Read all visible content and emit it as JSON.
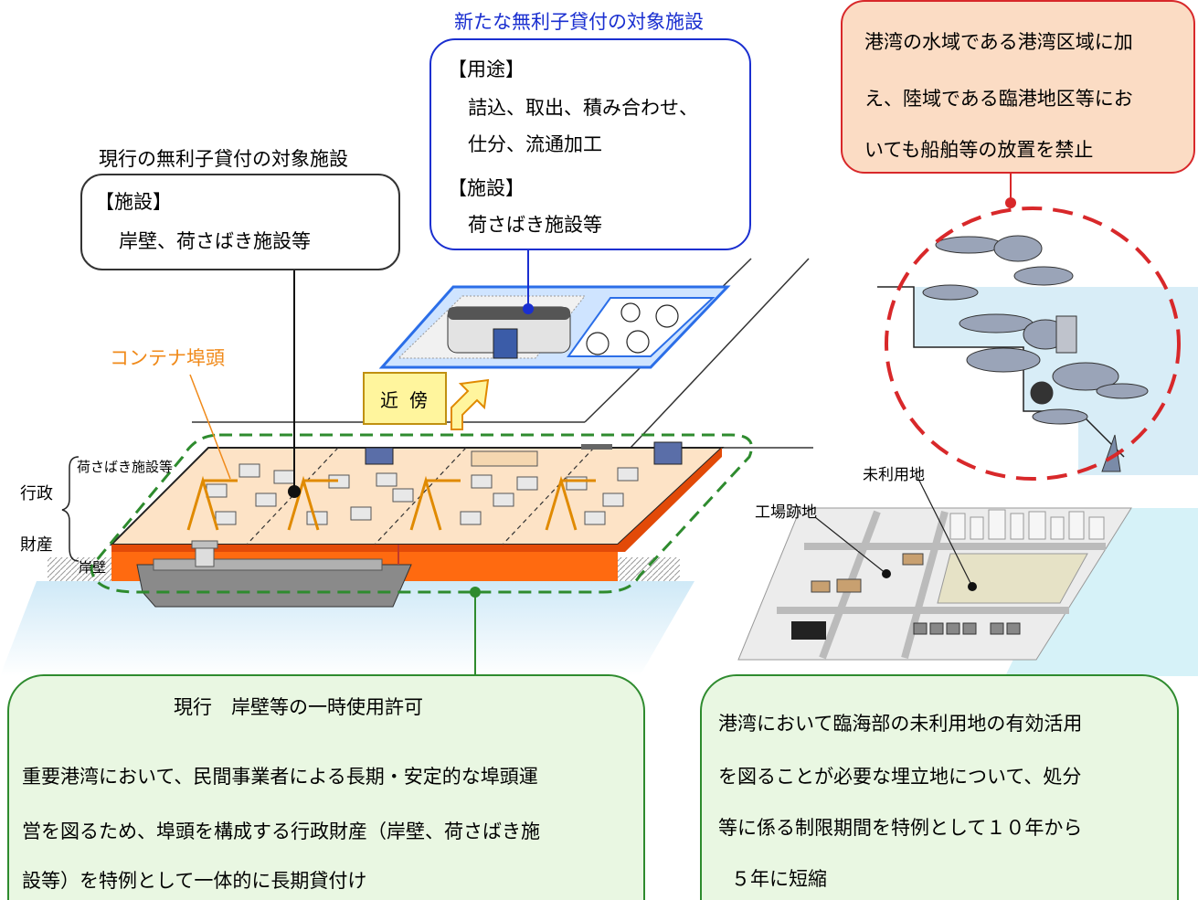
{
  "new_facility": {
    "title": "新たな無利子貸付の対象施設",
    "usage_header": "【用途】",
    "usage_line1": "詰込、取出、積み合わせ、",
    "usage_line2": "仕分、流通加工",
    "facility_header": "【施設】",
    "facility_line1": "荷さばき施設等"
  },
  "current_facility": {
    "title": "現行の無利子貸付の対象施設",
    "facility_header": "【施設】",
    "facility_line1": "岸壁、荷さばき施設等"
  },
  "ban_note": {
    "line1": "港湾の水域である港湾区域に加",
    "line2": "え、陸域である臨港地区等にお",
    "line3": "いても船舶等の放置を禁止"
  },
  "labels": {
    "container_terminal": "コンテナ埠頭",
    "vicinity": "近傍",
    "cargo_facility": "荷さばき施設等",
    "administrative": "行政",
    "property": "財産",
    "pier": "岸壁",
    "unused_land": "未利用地",
    "factory_site": "工場跡地"
  },
  "lease_note": {
    "header": "現行　岸壁等の一時使用許可",
    "line1": "重要港湾において、民間事業者による長期・安定的な埠頭運",
    "line2": "営を図るため、埠頭を構成する行政財産（岸壁、荷さばき施",
    "line3": "設等）を特例として一体的に長期貸付け"
  },
  "reclaim_note": {
    "line1": "港湾において臨海部の未利用地の有効活用",
    "line2": "を図ることが必要な埋立地について、処分",
    "line3": "等に係る制限期間を特例として１０年から",
    "line4": "５年に短縮"
  },
  "colors": {
    "blue": "#1a2fd0",
    "red": "#d8282a",
    "green": "#2e8b2e",
    "orange": "#f08a1a",
    "pier_orange": "#ff6a10",
    "light_green_fill": "#e9f7e2",
    "peach_fill": "#fbdcc4",
    "yellow_fill": "#fff59d"
  }
}
